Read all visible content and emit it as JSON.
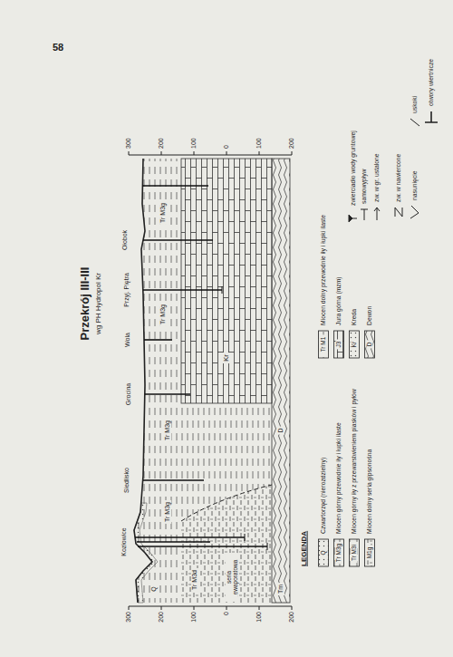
{
  "diagram": {
    "title": "Przekrój III-III",
    "labels": [
      "58",
      "wg PH Hydropol Kr",
      "Kozłowice",
      "Siedlisko",
      "Grocina",
      "Wola",
      "Przyj. Piętra",
      "Ołobok",
      "300",
      "200",
      "100",
      "0",
      "100",
      "200",
      "300",
      "200",
      "100",
      "0",
      "100",
      "200",
      "Q",
      "Tr M3g",
      "Tr M3g",
      "Tr M3g",
      "Tr M3g",
      "Tr M3d",
      "seria ewaporatowa",
      "Kr",
      "D",
      "Tm",
      "LEGENDA",
      "Q",
      "Tr M3g",
      "Tr M3i",
      "M1g",
      "Tr M1",
      "J3",
      "Kr",
      "D"
    ],
    "legend": [
      {
        "text": "Czwartorzęd (nierozdzielny)"
      },
      {
        "text": "Miocen górny przewodnie iły i łupki ilaste"
      },
      {
        "text": "Miocen górny iły z przewarstwieniem piasków i pyłów"
      },
      {
        "text": "Miocen dolny seria gipsonośna"
      },
      {
        "text": "Miocen dolny przewodnie iły i łupki ilaste"
      },
      {
        "text": "Jura górna (mzm)"
      },
      {
        "text": "Kreda"
      },
      {
        "text": "Dewon"
      },
      {
        "text": "zwierciadło wody gruntowej"
      },
      {
        "text": "samowypływ"
      },
      {
        "text": "zw. w gr. ustalone"
      },
      {
        "text": "zw. w nawiercone"
      },
      {
        "text": "nasunięcie"
      },
      {
        "text": "uskoki"
      },
      {
        "text": "otwory wiertnicze"
      }
    ]
  }
}
